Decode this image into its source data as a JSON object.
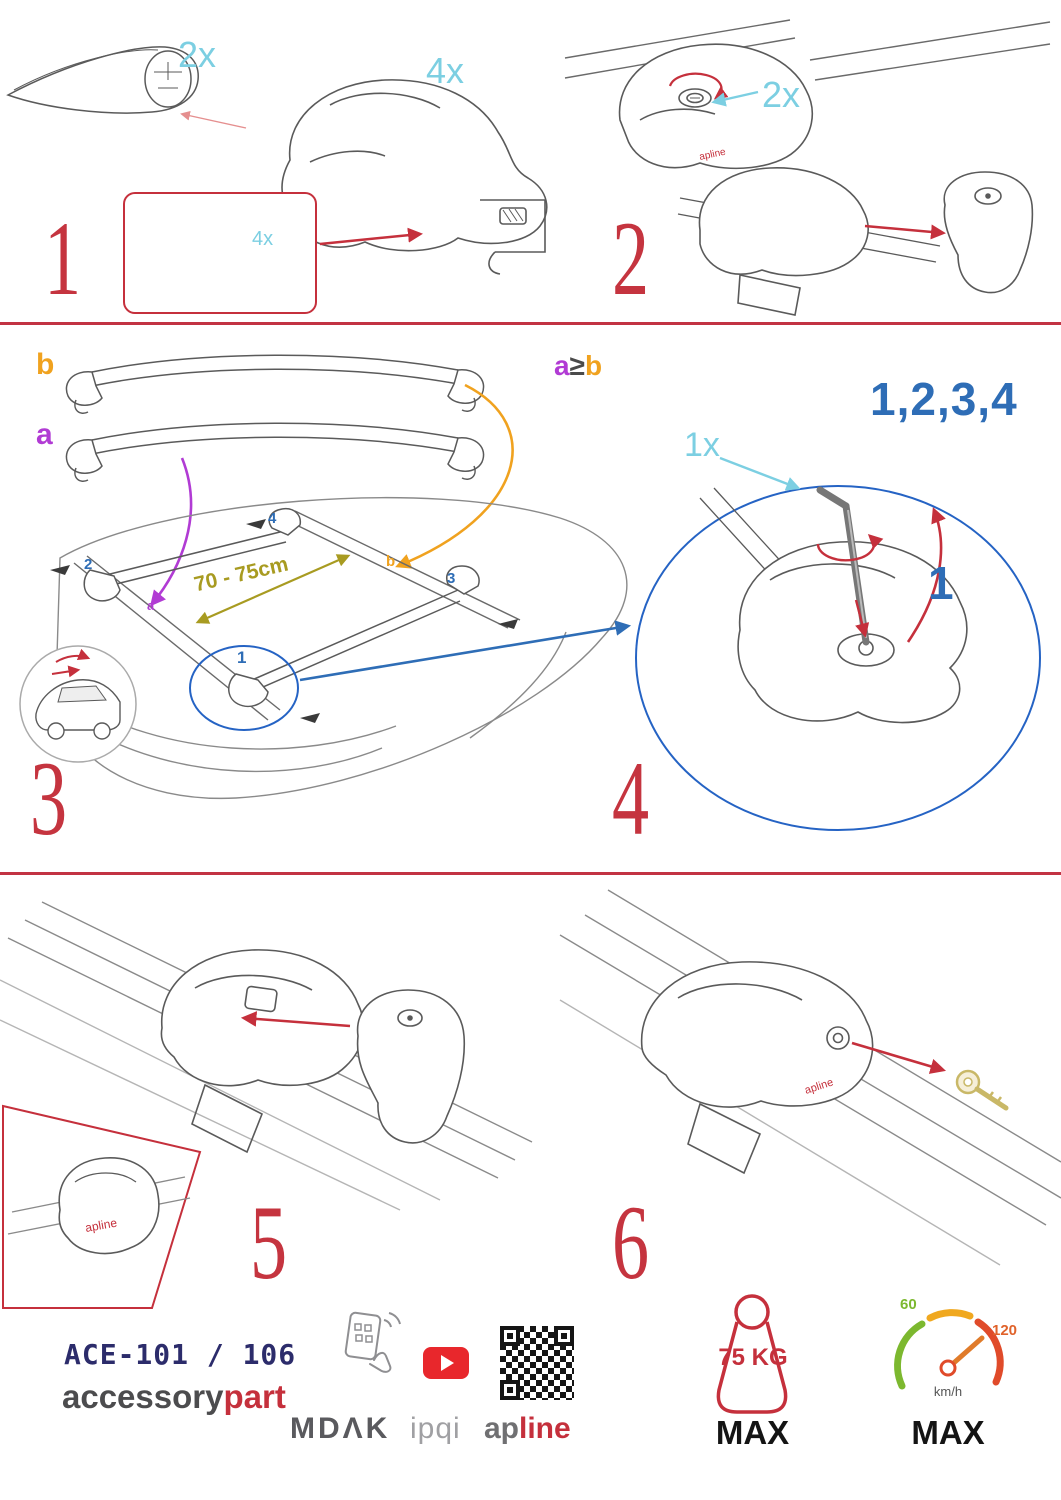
{
  "colors": {
    "accent_red": "#c5303c",
    "cyan": "#7ccfe2",
    "blue": "#2e6db6",
    "purple": "#b13bd4",
    "orange": "#f0a21f",
    "olive": "#a89b21",
    "navy": "#2c2c6b"
  },
  "step1": {
    "number": "1",
    "bar_qty": "2x",
    "foot_qty": "4x",
    "pad_qty": "4x"
  },
  "step2": {
    "number": "2",
    "key_qty": "2x"
  },
  "step3": {
    "number": "3",
    "bar_label_a": "a",
    "bar_label_b": "b",
    "distance": "70 - 75cm",
    "roof": {
      "pos1": "1",
      "pos2": "2",
      "pos3": "3",
      "pos4": "4",
      "bar_a": "a",
      "bar_b": "b"
    }
  },
  "step4": {
    "number": "4",
    "relation_a": "a",
    "relation_sign": "≥",
    "relation_b": "b",
    "tool_qty": "1x",
    "sequence": "1,2,3,4",
    "torque_step": "1"
  },
  "step5": {
    "number": "5"
  },
  "step6": {
    "number": "6"
  },
  "drawings": {
    "foot_logo": "apline"
  },
  "footer": {
    "model": "ACE-101 / 106",
    "brand_gray": "accessory",
    "brand_red": "part",
    "mdak": "MDΛK",
    "ipqi": "ipqi",
    "apline_gray": "ap",
    "apline_red": "line",
    "weight_value": "75 KG",
    "weight_max": "MAX",
    "speed_low": "60",
    "speed_high": "120",
    "speed_unit": "km/h",
    "speed_max": "MAX"
  }
}
